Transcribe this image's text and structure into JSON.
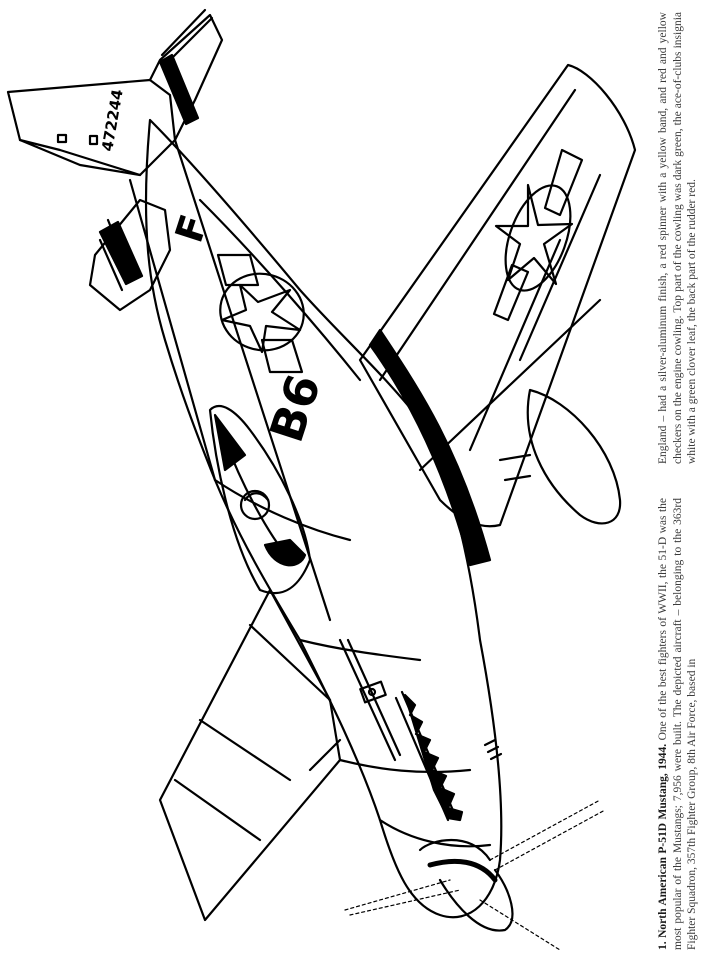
{
  "illustration": {
    "subject": "North American P-51D Mustang coloring page",
    "tail_serial": "472244",
    "fuselage_code": "B6",
    "fuselage_letter": "F",
    "line_color": "#000000",
    "background_color": "#ffffff"
  },
  "caption": {
    "number": "1.",
    "title": "North American P-51D Mustang, 1944.",
    "column1_text": "One of the best fighters of WWII, the 51-D was the most popular of the Mustangs; 7,956 were built. The depicted aircraft – belonging to the 363rd Fighter Squadron, 357th Fighter Group, 8th Air Force, based in",
    "column2_text": "England – had a silver-aluminum finish, a red spinner with a yellow band, and red and yellow checkers on the engine cowling. Top part of the cowling was dark green, the ace-of-clubs insignia white with a green clover leaf, the back part of the rudder red."
  }
}
